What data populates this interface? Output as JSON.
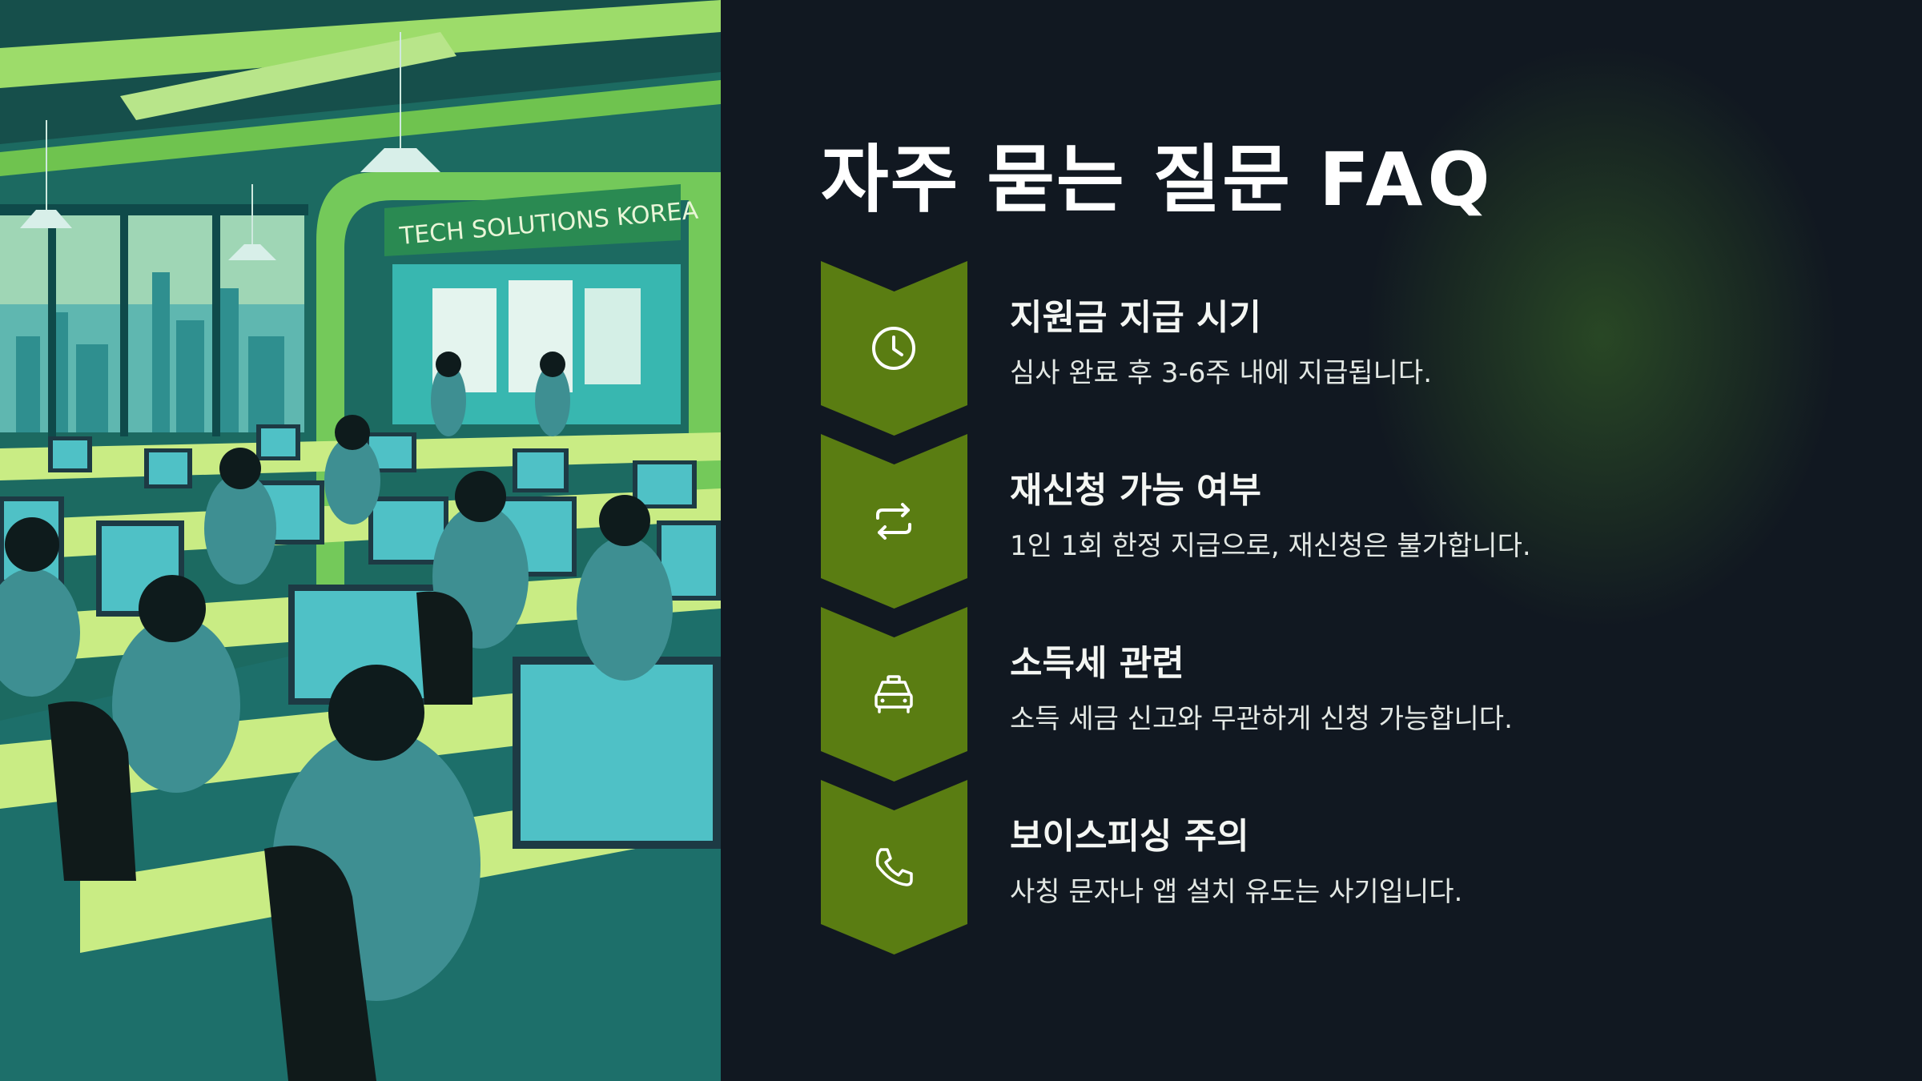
{
  "illustration": {
    "sign_text": "TECH SOLUTIONS KOREA"
  },
  "faq": {
    "title": "자주 묻는 질문",
    "title_latin": "FAQ",
    "items": [
      {
        "icon": "clock-icon",
        "title": "지원금 지급 시기",
        "description": "심사 완료 후 3-6주 내에 지급됩니다."
      },
      {
        "icon": "repeat-icon",
        "title": "재신청 가능 여부",
        "description": "1인 1회 한정 지급으로, 재신청은 불가합니다."
      },
      {
        "icon": "taxi-icon",
        "title": "소득세 관련",
        "description": "소득 세금 신고와 무관하게 신청 가능합니다."
      },
      {
        "icon": "phone-icon",
        "title": "보이스피싱 주의",
        "description": "사칭 문자나 앱 설치 유도는 사기입니다."
      }
    ]
  },
  "colors": {
    "background": "#111821",
    "chevron": "#5a7d12",
    "title": "#ffffff",
    "text": "#e3e8e4"
  }
}
